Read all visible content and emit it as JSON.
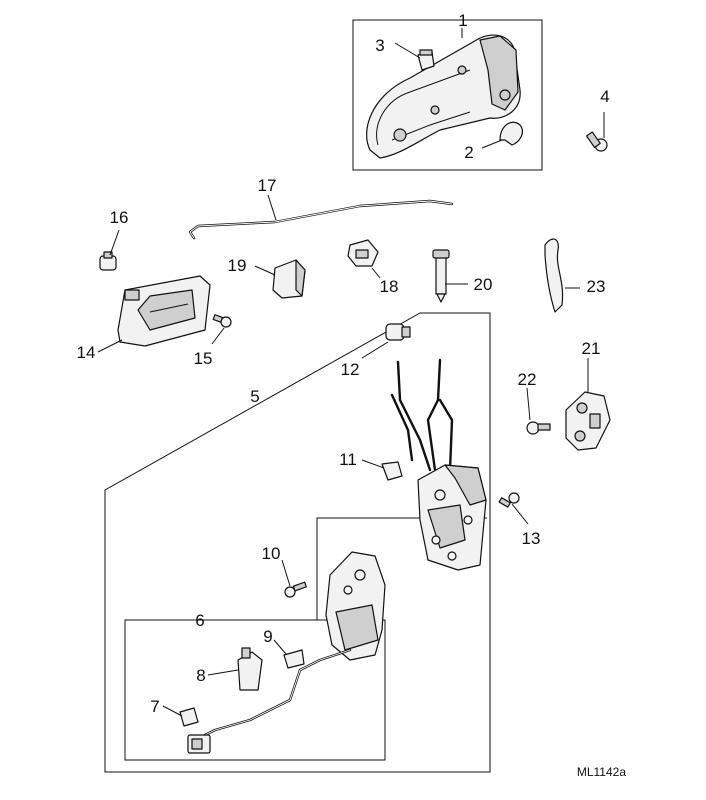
{
  "diagram": {
    "reference": "ML1142a",
    "callouts": [
      "1",
      "2",
      "3",
      "4",
      "5",
      "6",
      "7",
      "8",
      "9",
      "10",
      "11",
      "12",
      "13",
      "14",
      "15",
      "16",
      "17",
      "18",
      "19",
      "20",
      "21",
      "22",
      "23"
    ]
  },
  "colors": {
    "line": "#111111",
    "fill": "#f2f2f2",
    "shade": "#cfcfcf",
    "background": "#ffffff"
  }
}
